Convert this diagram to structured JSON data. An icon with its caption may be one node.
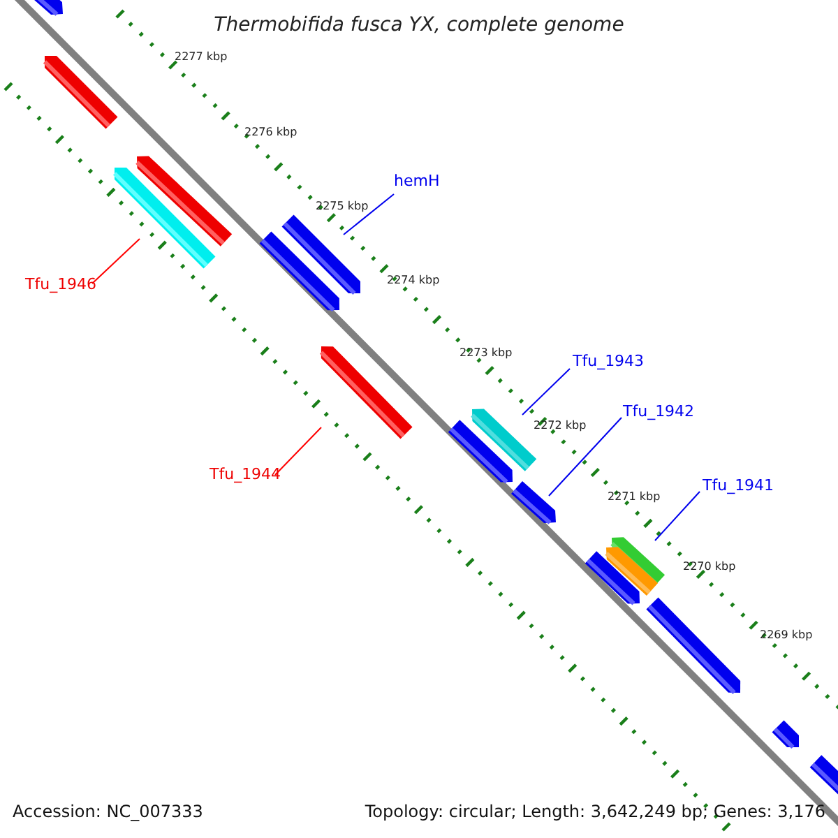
{
  "diagram": {
    "title": "Thermobifida fusca YX, complete genome",
    "nodes": [
      {
        "text": [
          "hemH"
        ]
      },
      {
        "text": [
          "Tfu_1946"
        ]
      },
      {
        "text": [
          "Tfu_1944"
        ]
      },
      {
        "text": [
          "Tfu_1943"
        ]
      },
      {
        "text": [
          "Tfu_1942"
        ]
      },
      {
        "text": [
          "Tfu_1941"
        ]
      },
      {
        "text": [],
        "shape": "bar"
      },
      {
        "text": [],
        "shape": "bar"
      },
      {
        "text": [],
        "shape": "bar"
      },
      {
        "text": [],
        "shape": "bar"
      },
      {
        "text": [],
        "shape": "bar"
      },
      {
        "text": [],
        "shape": "bar"
      },
      {
        "text": [],
        "shape": "bar"
      },
      {
        "text": [],
        "shape": "bar"
      },
      {
        "text": [],
        "shape": "bar"
      },
      {
        "text": [],
        "shape": "bar"
      },
      {
        "text": [],
        "shape": "bar"
      },
      {
        "text": [],
        "shape": "bar"
      },
      {
        "text": [],
        "shape": "bar"
      },
      {
        "text": [],
        "shape": "bar"
      },
      {
        "text": [],
        "shape": "bar"
      },
      {
        "text": [],
        "shape": "bar"
      }
    ],
    "edges": [
      {
        "from": 0,
        "to": 10,
        "arrow": "none"
      },
      {
        "from": 1,
        "to": 9,
        "arrow": "none",
        "color": "#ff0000"
      },
      {
        "from": 2,
        "to": 12,
        "arrow": "none",
        "color": "#ff0000"
      },
      {
        "from": 3,
        "to": 13,
        "arrow": "none"
      },
      {
        "from": 4,
        "to": 15,
        "arrow": "none"
      },
      {
        "from": 5,
        "to": 16,
        "arrow": "none"
      }
    ],
    "labels": [
      "2277 kbp",
      "2276 kbp",
      "2275 kbp",
      "2274 kbp",
      "2273 kbp",
      "2272 kbp",
      "2271 kbp",
      "2270 kbp",
      "2269 kbp",
      "Accession: NC_007333",
      "Topology: circular; Length: 3,642,249 bp; Genes: 3,176"
    ]
  }
}
